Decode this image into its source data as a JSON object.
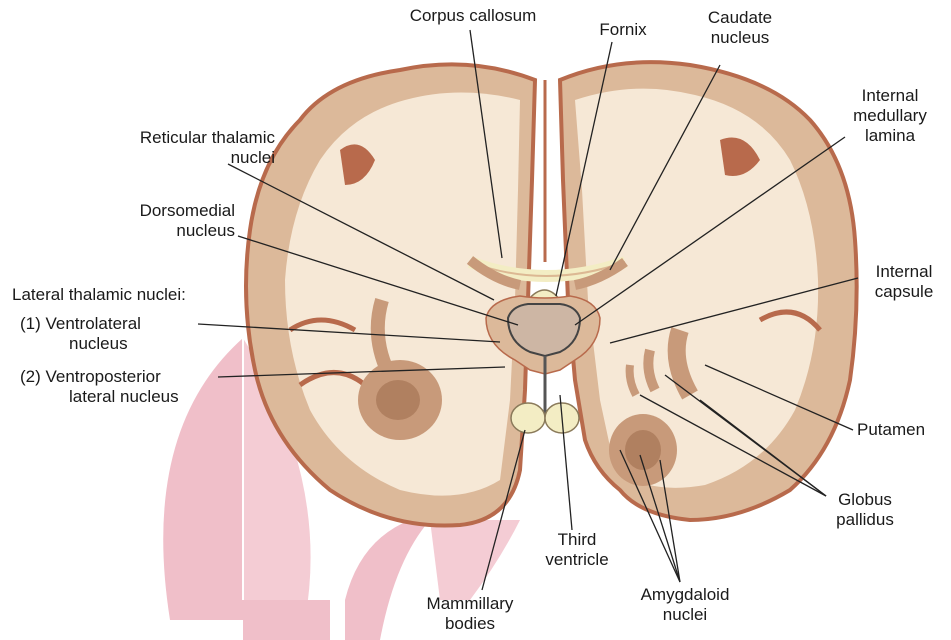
{
  "labels": {
    "corpus_callosum": "Corpus callosum",
    "fornix": "Fornix",
    "caudate_nucleus": [
      "Caudate",
      "nucleus"
    ],
    "internal_medullary_lamina": [
      "Internal",
      "medullary",
      "lamina"
    ],
    "reticular_thalamic_nuclei": [
      "Reticular thalamic",
      "nuclei"
    ],
    "dorsomedial_nucleus": [
      "Dorsomedial",
      "nucleus"
    ],
    "lateral_thalamic_nuclei": "Lateral thalamic nuclei:",
    "ventrolateral_nucleus": [
      "(1) Ventrolateral",
      "nucleus"
    ],
    "ventroposterior_lateral_nucleus": [
      "(2) Ventroposterior",
      "lateral nucleus"
    ],
    "internal_capsule": [
      "Internal",
      "capsule"
    ],
    "putamen": "Putamen",
    "globus_pallidus": [
      "Globus",
      "pallidus"
    ],
    "third_ventricle": [
      "Third",
      "ventricle"
    ],
    "amygdaloid_nuclei": [
      "Amygdaloid",
      "nuclei"
    ],
    "mammillary_bodies": [
      "Mammillary",
      "bodies"
    ]
  },
  "colors": {
    "cortex_edge": "#b86a4c",
    "grey_matter": "#dcb99a",
    "white_matter": "#f6e8d6",
    "deep_nuclei": "#c89a7a",
    "thalamus_core": "#cdb6a4",
    "fornix_fill": "#f3edc4",
    "watermark": "#f0bfc9"
  }
}
